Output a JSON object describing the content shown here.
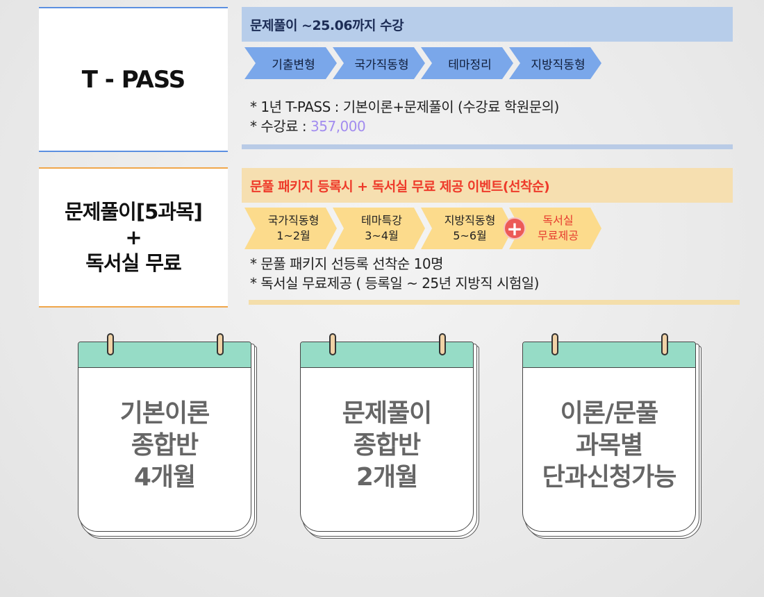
{
  "tpass": {
    "label": "T - PASS",
    "banner": "문제풀이 ~25.06까지 수강",
    "chevrons": [
      "기출변형",
      "국가직동형",
      "테마정리",
      "지방직동형"
    ],
    "note1": "* 1년 T-PASS : 기본이론+문제풀이 (수강료 학원문의)",
    "note2_prefix": "* 수강료 : ",
    "price": "357,000"
  },
  "package": {
    "label_line1": "문제풀이[5과목]",
    "label_line2": "+",
    "label_line3": "독서실 무료",
    "banner": "문풀 패키지 등록시 + 독서실 무료 제공 이벤트(선착순)",
    "chevrons": [
      {
        "line1": "국가직동형",
        "line2": "1~2월"
      },
      {
        "line1": "테마특강",
        "line2": "3~4월"
      },
      {
        "line1": "지방직동형",
        "line2": "5~6월"
      },
      {
        "line1": "독서실",
        "line2": "무료제공"
      }
    ],
    "plus": "+",
    "note1": "* 문풀 패키지 선등록 선착순 10명",
    "note2": "* 독서실 무료제공 ( 등록일 ~ 25년 지방직 시험일)"
  },
  "calendars": [
    {
      "line1": "기본이론",
      "line2": "종합반",
      "line3": "4개월"
    },
    {
      "line1": "문제풀이",
      "line2": "종합반",
      "line3": "2개월"
    },
    {
      "line1": "이론/문풀",
      "line2": "과목별",
      "line3": "단과신청가능"
    }
  ],
  "colors": {
    "tpass_accent": "#5b8fe0",
    "package_accent": "#f0a64a",
    "calendar_header": "#96dcc6",
    "price": "#a28cef"
  }
}
